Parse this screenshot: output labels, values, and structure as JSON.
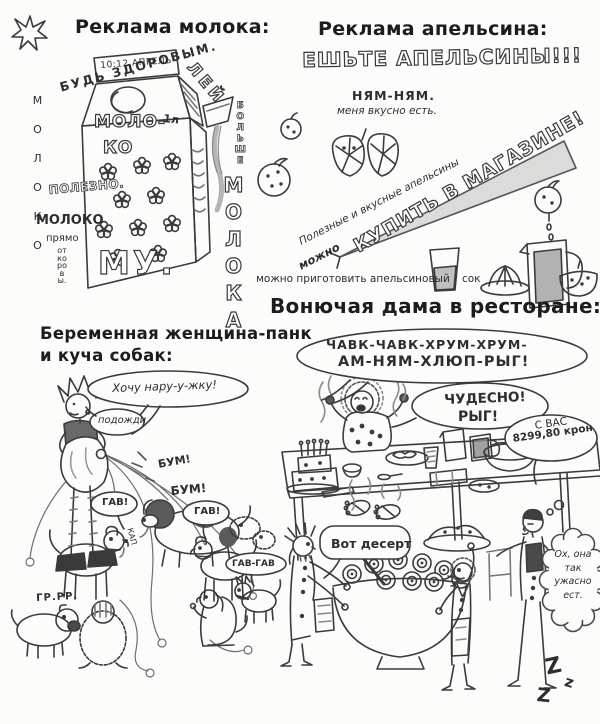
{
  "milk": {
    "title": "Реклама молока:",
    "arc": "БУДЬ ЗДОРОВЫМ.",
    "vert": "МОЛОКО",
    "polezno": "ПОЛЕЗНО.",
    "moloko2": "МОЛОКО",
    "pryamo": "прямо",
    "korovy": "от коровы.",
    "stamp": "10:12 АПРЕЛЬ",
    "name1": "МОЛО-",
    "name2": "КО",
    "volume": "1л",
    "moo": "МУ.",
    "ley": "ЛЕЙ",
    "bolshe": "БОЛЬШЕ",
    "moloka": "МОЛОКА"
  },
  "orange": {
    "title": "Реклама апельсина:",
    "headline": "ЕШЬТЕ АПЕЛЬСИНЫ!!!",
    "nyam1": "НЯМ-НЯМ.",
    "nyam2": "меня вкусно есть.",
    "diag": "Полезные и вкусные апельсины",
    "mozhno": "можно",
    "kupit": "КУПИТЬ В МАГАЗИНЕ!",
    "juice_pre": "можно приготовить апельсиновый",
    "juice_post": "сок"
  },
  "punk": {
    "title1": "Беременная женщина-панк",
    "title2": "и куча собак:",
    "baby": "Хочу нару-у-жку!",
    "wait": "подожди",
    "boom1": "БУМ!",
    "boom2": "БУМ!",
    "bark1": "ГАВ!",
    "bark2": "ГАВ!",
    "bark3": "ГАВ-ГАВ",
    "growl": "ГР.РР.",
    "drip": "КАП"
  },
  "restaurant": {
    "title": "Вонючая дама в ресторане:",
    "eat1": "ЧАВК-ЧАВК-ХРУМ-ХРУМ-",
    "eat2": "АМ-НЯМ-ХЛЮП-РЫГ!",
    "nice1": "ЧУДЕСНО!",
    "nice2": "РЫГ!",
    "bill1": "С ВАС",
    "bill2": "8299,80 крон",
    "dessert": "Вот десерт",
    "thought": "Ох, она так ужасно ест.",
    "z1": "Z",
    "z2": "z",
    "z3": "Z"
  }
}
